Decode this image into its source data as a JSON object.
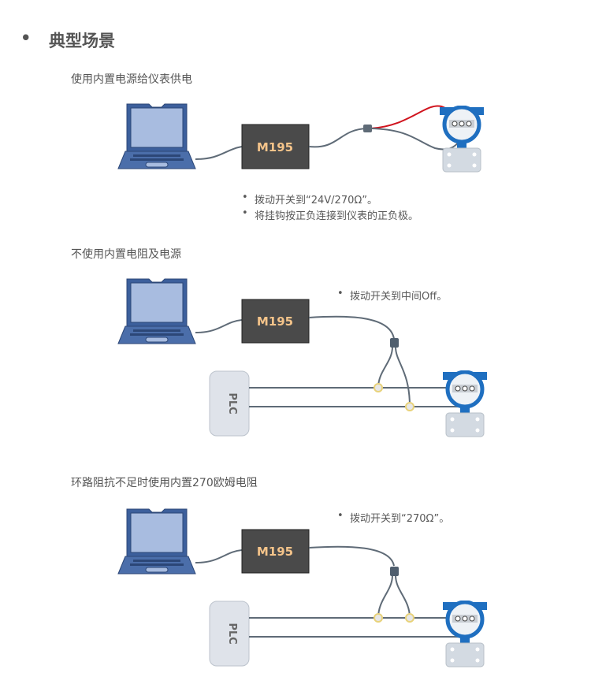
{
  "header": {
    "bullet": "•",
    "title": "典型场景"
  },
  "sections": [
    {
      "subtitle": "使用内置电源给仪表供电",
      "device_label": "M195",
      "notes": [
        "拨动开关到“24V/270Ω”。",
        "将挂钩按正负连接到仪表的正负极。"
      ]
    },
    {
      "subtitle": "不使用内置电阻及电源",
      "device_label": "M195",
      "plc_label": "PLC",
      "notes": [
        "拨动开关到中间Off。"
      ]
    },
    {
      "subtitle": "环路阻抗不足时使用内置270欧姆电阻",
      "device_label": "M195",
      "plc_label": "PLC",
      "notes": [
        "拨动开关到“270Ω”。"
      ]
    }
  ],
  "note_bullet": "•",
  "colors": {
    "device_fill": "#4a4a4a",
    "device_text": "#f5c48a",
    "laptop": "#3c5f9c",
    "transmitter_blue": "#1f6fc0",
    "wire": "#5f6b77",
    "red_wire": "#d0141e",
    "junction": "#e8d27a"
  }
}
